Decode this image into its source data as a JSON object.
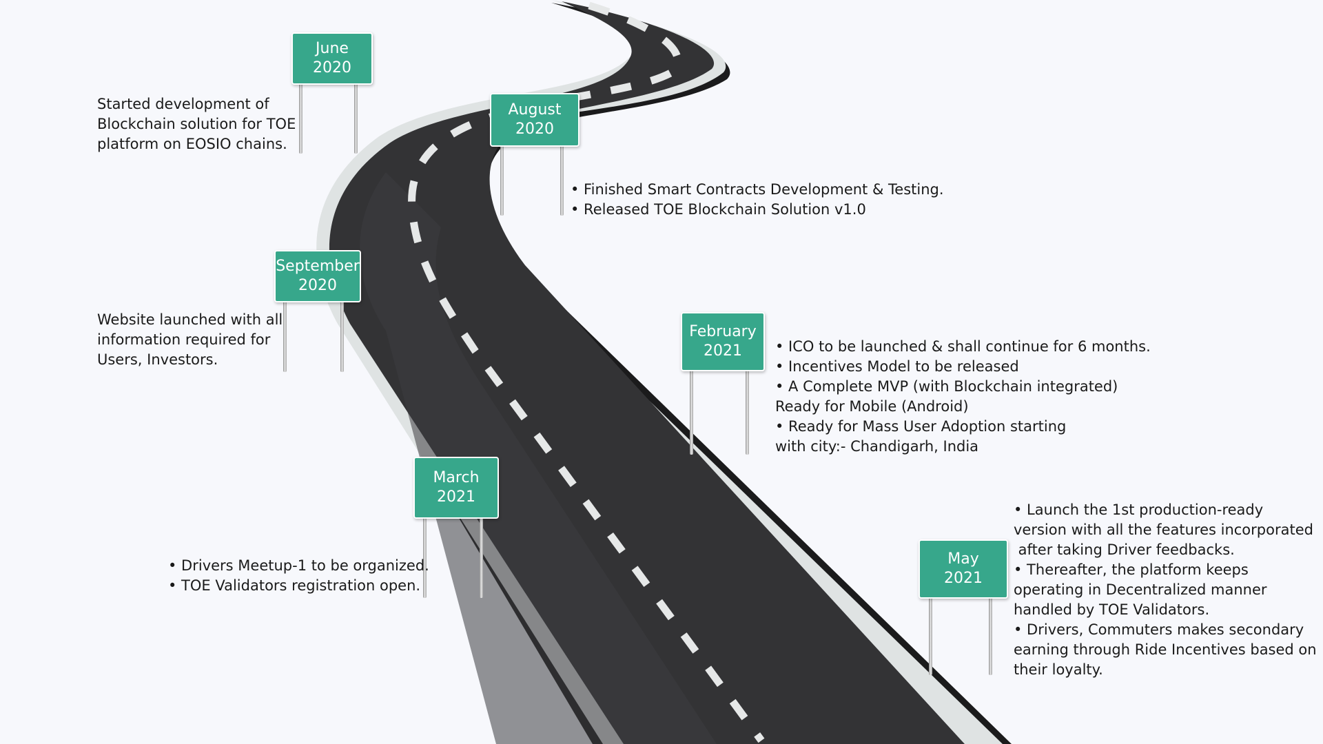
{
  "milestones": [
    {
      "id": "june-2020",
      "month": "June",
      "year": "2020",
      "lines": [
        "Started development of",
        "Blockchain solution for TOE",
        "platform on EOSIO chains."
      ]
    },
    {
      "id": "august-2020",
      "month": "August",
      "year": "2020",
      "lines": [
        "• Finished Smart Contracts Development & Testing.",
        "• Released TOE Blockchain Solution v1.0"
      ]
    },
    {
      "id": "september-2020",
      "month": "September",
      "year": "2020",
      "lines": [
        "Website launched with all",
        "information required for",
        "Users, Investors."
      ]
    },
    {
      "id": "february-2021",
      "month": "February",
      "year": "2021",
      "lines": [
        "• ICO to be launched & shall continue for 6 months.",
        "• Incentives Model to be released",
        "• A Complete MVP (with Blockchain integrated)",
        "Ready for Mobile (Android)",
        "• Ready for Mass User Adoption starting",
        "with city:- Chandigarh, India"
      ]
    },
    {
      "id": "march-2021",
      "month": "March",
      "year": "2021",
      "lines": [
        "• Drivers Meetup-1 to be organized.",
        "• TOE Validators registration open."
      ]
    },
    {
      "id": "may-2021",
      "month": "May",
      "year": "2021",
      "lines": [
        "• Launch the 1st production-ready",
        "version with all the features incorporated",
        " after taking Driver feedbacks.",
        "• Thereafter, the platform keeps",
        "operating in Decentralized manner",
        "handled by TOE Validators.",
        "• Drivers, Commuters makes secondary",
        "earning through Ride Incentives based on",
        "their loyalty."
      ]
    }
  ],
  "colors": {
    "background": "#f7f8fc",
    "sign": "#37a78b",
    "road_asphalt": "#333335",
    "road_edge": "#dfe3e3",
    "lane_marking": "#e6e8e8",
    "text": "#1a1a1a"
  }
}
